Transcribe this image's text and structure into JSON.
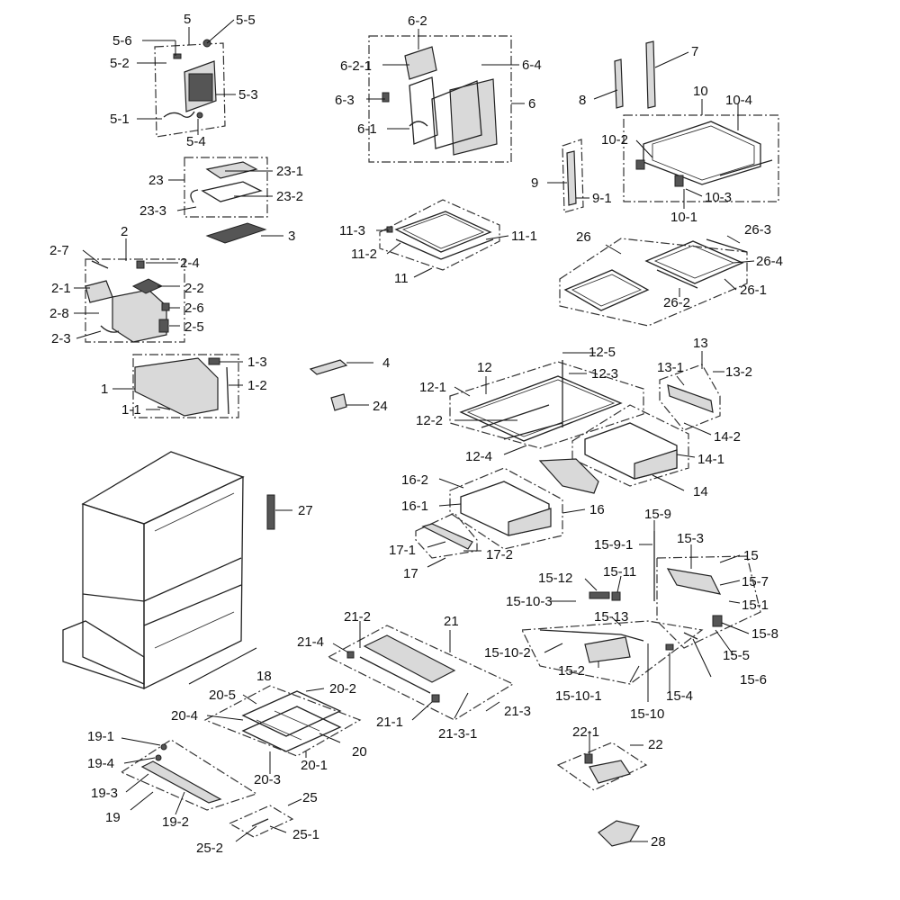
{
  "labels": {
    "l5": "5",
    "l5_6": "5-6",
    "l5_5": "5-5",
    "l5_2": "5-2",
    "l5_3": "5-3",
    "l5_1": "5-1",
    "l5_4": "5-4",
    "l6_2": "6-2",
    "l6_2_1": "6-2-1",
    "l6_4": "6-4",
    "l6_3": "6-3",
    "l6": "6",
    "l6_1": "6-1",
    "l7": "7",
    "l8": "8",
    "l10": "10",
    "l10_4": "10-4",
    "l10_2": "10-2",
    "l9": "9",
    "l9_1": "9-1",
    "l10_3": "10-3",
    "l10_1": "10-1",
    "l23": "23",
    "l23_1": "23-1",
    "l23_2": "23-2",
    "l23_3": "23-3",
    "l3": "3",
    "l11_3": "11-3",
    "l11_1": "11-1",
    "l11_2": "11-2",
    "l11": "11",
    "l26": "26",
    "l26_3": "26-3",
    "l26_4": "26-4",
    "l26_2": "26-2",
    "l26_1": "26-1",
    "l2": "2",
    "l2_7": "2-7",
    "l2_4": "2-4",
    "l2_1": "2-1",
    "l2_2": "2-2",
    "l2_6": "2-6",
    "l2_8": "2-8",
    "l2_5": "2-5",
    "l2_3": "2-3",
    "l1_3": "1-3",
    "l4": "4",
    "l1": "1",
    "l1_2": "1-2",
    "l1_1": "1-1",
    "l24": "24",
    "l12_5": "12-5",
    "l13": "13",
    "l12": "12",
    "l12_3": "12-3",
    "l13_1": "13-1",
    "l13_2": "13-2",
    "l12_1": "12-1",
    "l12_2": "12-2",
    "l14_2": "14-2",
    "l12_4": "12-4",
    "l14_1": "14-1",
    "l14": "14",
    "l16_2": "16-2",
    "l16_1": "16-1",
    "l16": "16",
    "l27": "27",
    "l17_1": "17-1",
    "l17_2": "17-2",
    "l17": "17",
    "l15_9": "15-9",
    "l15_9_1": "15-9-1",
    "l15_3": "15-3",
    "l15": "15",
    "l15_12": "15-12",
    "l15_11": "15-11",
    "l15_7": "15-7",
    "l15_10_3": "15-10-3",
    "l15_1": "15-1",
    "l15_13": "15-13",
    "l15_8": "15-8",
    "l15_10_2": "15-10-2",
    "l15_5": "15-5",
    "l15_2": "15-2",
    "l15_6": "15-6",
    "l15_4": "15-4",
    "l15_10_1": "15-10-1",
    "l15_10": "15-10",
    "l21_2": "21-2",
    "l21": "21",
    "l21_4": "21-4",
    "l18": "18",
    "l20_5": "20-5",
    "l20_2": "20-2",
    "l20_4": "20-4",
    "l21_1": "21-1",
    "l21_3": "21-3",
    "l21_3_1": "21-3-1",
    "l20": "20",
    "l20_1": "20-1",
    "l20_3": "20-3",
    "l19_1": "19-1",
    "l19_4": "19-4",
    "l19_3": "19-3",
    "l19": "19",
    "l19_2": "19-2",
    "l22_1": "22-1",
    "l22": "22",
    "l25": "25",
    "l25_1": "25-1",
    "l25_2": "25-2",
    "l28": "28"
  }
}
